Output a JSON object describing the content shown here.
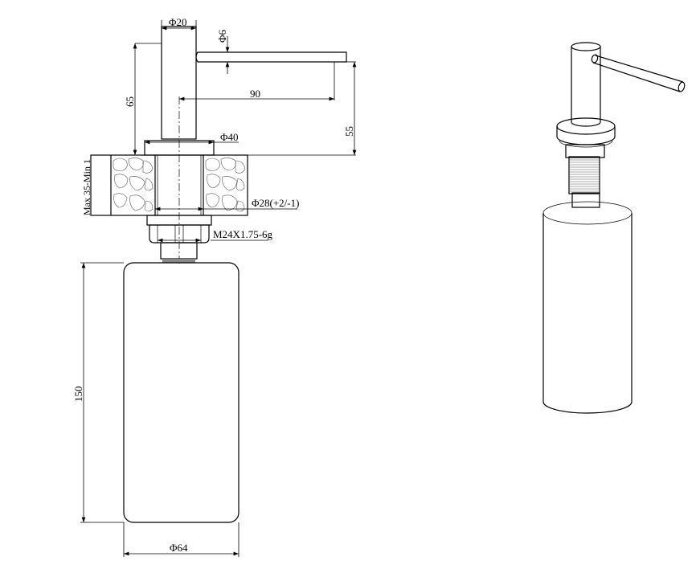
{
  "drawing": {
    "title": "Soap dispenser technical drawing",
    "dimensions": {
      "stem_diameter": "Φ20",
      "spout_diameter": "Φ6",
      "stem_height": "65",
      "spout_reach": "90",
      "spout_height": "55",
      "flange_diameter": "Φ40",
      "counter_thickness": "Max 35-Min 1",
      "hole_diameter": "Φ28(+2/-1)",
      "thread": "M24X1.75-6g",
      "bottle_height": "150",
      "bottle_diameter": "Φ64"
    }
  }
}
